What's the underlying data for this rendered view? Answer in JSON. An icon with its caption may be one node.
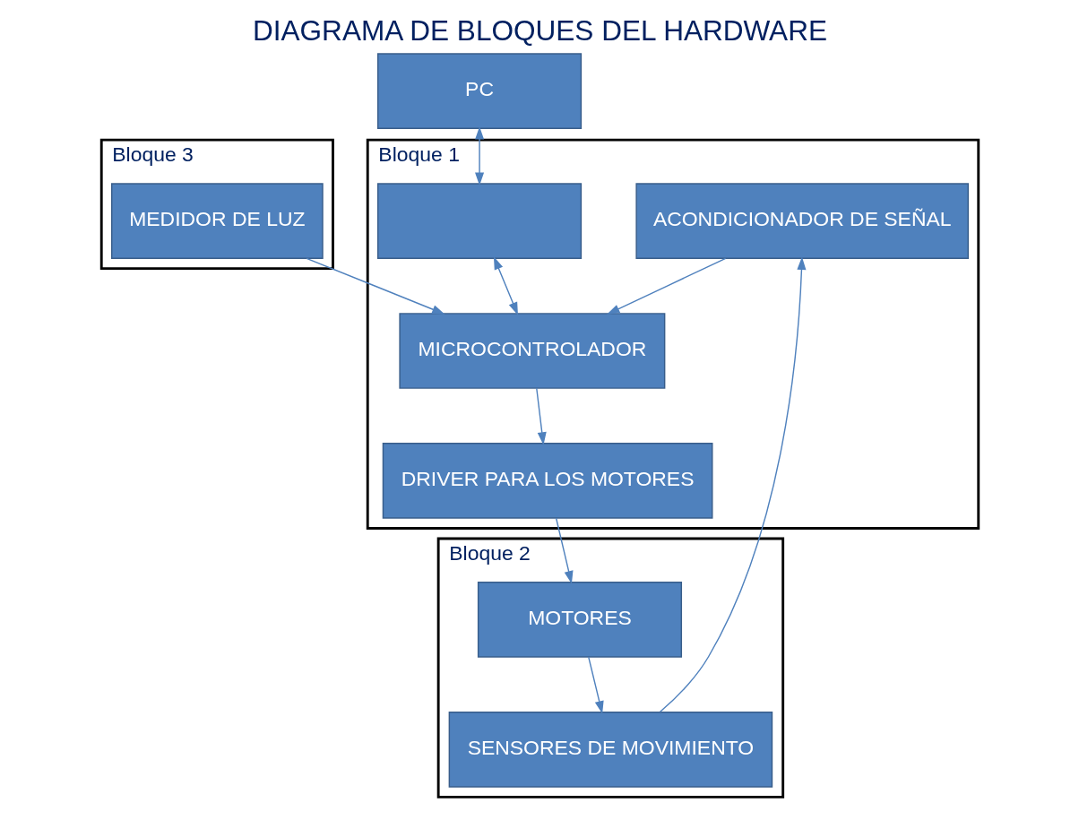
{
  "diagram": {
    "title": "DIAGRAMA DE BLOQUES DEL HARDWARE",
    "nodes": [
      {
        "text": [
          "PC"
        ]
      },
      {
        "text": [
          "Bloque 1"
        ]
      },
      {
        "text": [],
        "shape": "box",
        "in": 1
      },
      {
        "text": [
          "MICROCONTROLADOR"
        ],
        "in": 1
      },
      {
        "text": [
          "DRIVER PARA LOS MOTORES"
        ],
        "in": 1
      },
      {
        "text": [
          "ACONDICIONADOR DE SEÑAL"
        ],
        "in": 1
      },
      {
        "text": [
          "Bloque 2"
        ]
      },
      {
        "text": [
          "MOTORES"
        ],
        "in": 6
      },
      {
        "text": [
          "SENSORES DE MOVIMIENTO"
        ],
        "in": 6
      },
      {
        "text": [
          "Bloque 3"
        ]
      },
      {
        "text": [
          "MEDIDOR DE LUZ"
        ],
        "in": 9
      }
    ],
    "edges": [
      {
        "from": 0,
        "to": 2,
        "arrow": "both"
      },
      {
        "from": 2,
        "to": 3,
        "arrow": "both"
      },
      {
        "from": 3,
        "to": 4,
        "arrow": "to"
      },
      {
        "from": 5,
        "to": 3,
        "arrow": "to"
      },
      {
        "from": 10,
        "to": 3,
        "arrow": "to"
      },
      {
        "from": 4,
        "to": 7,
        "arrow": "to"
      },
      {
        "from": 7,
        "to": 8,
        "arrow": "to"
      },
      {
        "from": 8,
        "to": 5,
        "arrow": "to"
      }
    ]
  }
}
